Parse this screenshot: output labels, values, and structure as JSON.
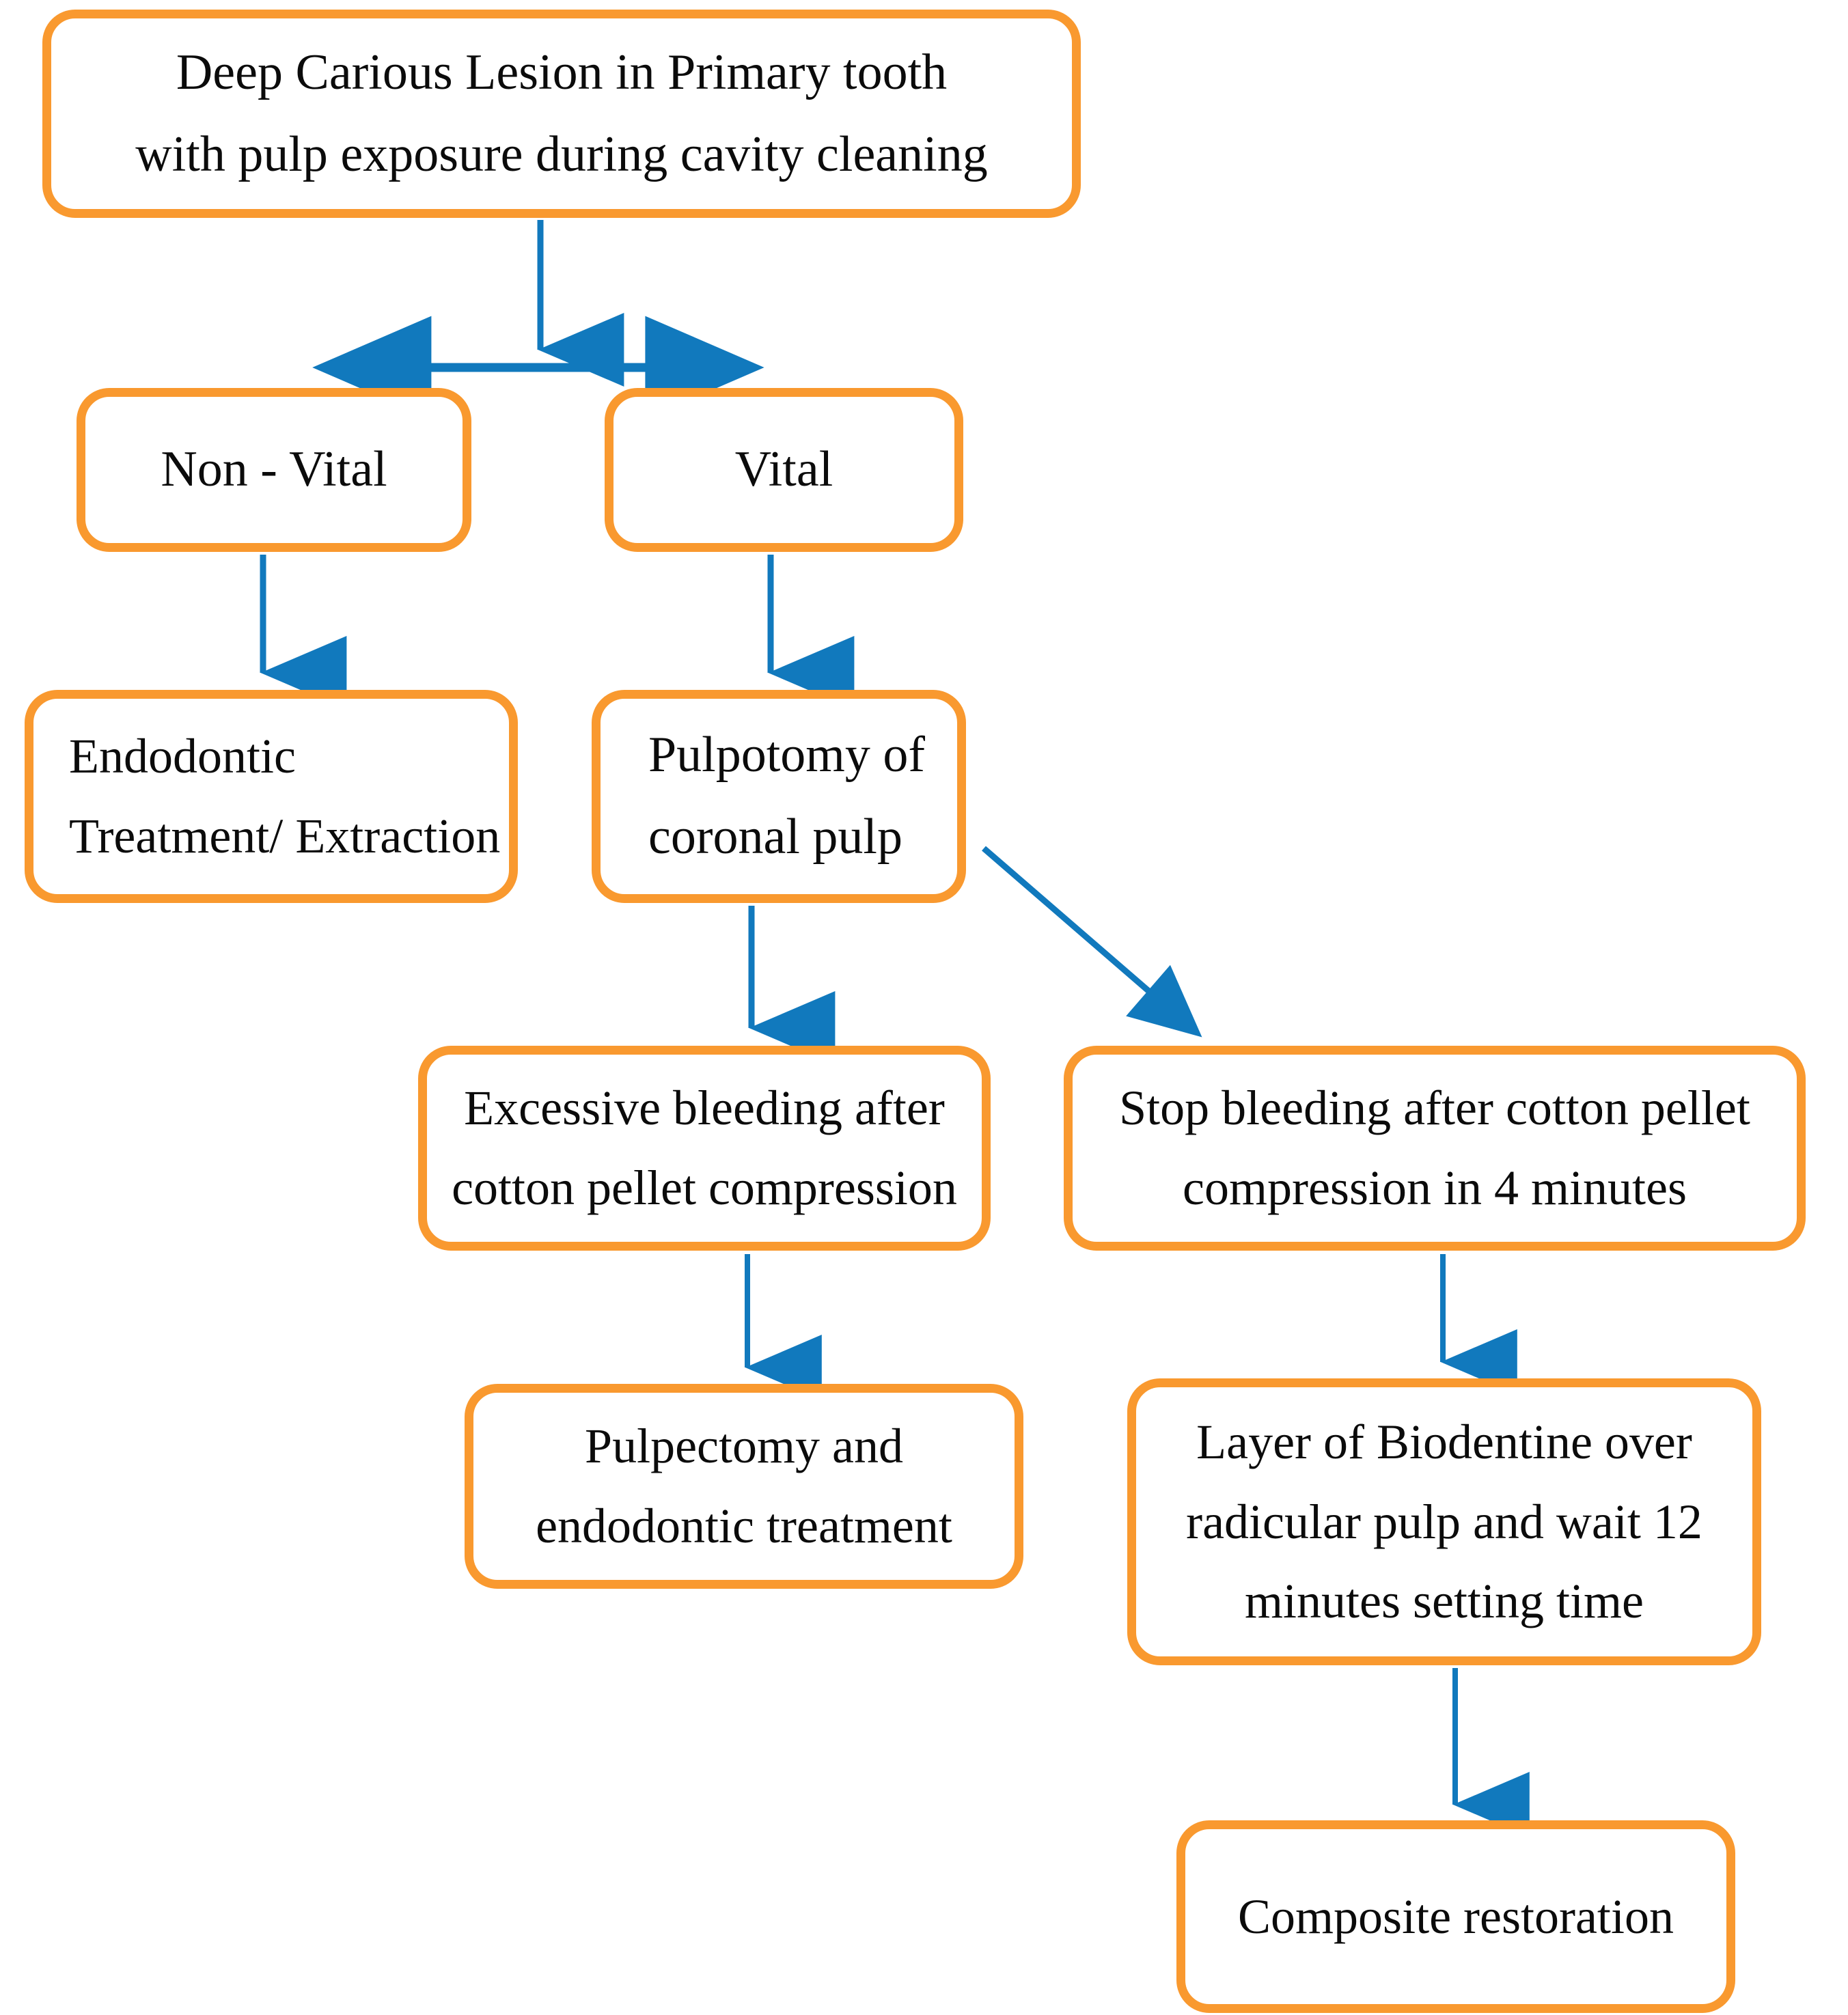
{
  "diagram": {
    "title": "Management flowchart for deep carious lesion in primary tooth",
    "type": "flowchart",
    "colors": {
      "node_border": "#F9992F",
      "node_fill": "#FFFFFF",
      "edge": "#1179BD",
      "text": "#0B0B0B"
    },
    "nodes": [
      {
        "id": "root",
        "lines": [
          "Deep Carious Lesion in Primary tooth",
          "with pulp exposure during cavity cleaning"
        ]
      },
      {
        "id": "non_vital",
        "lines": [
          "Non - Vital"
        ]
      },
      {
        "id": "vital",
        "lines": [
          "Vital"
        ]
      },
      {
        "id": "endodontic",
        "lines": [
          "Endodontic",
          "Treatment/ Extraction"
        ]
      },
      {
        "id": "pulpotomy",
        "lines": [
          "Pulpotomy of",
          "coronal pulp"
        ]
      },
      {
        "id": "excessive_bleeding",
        "lines": [
          "Excessive bleeding after",
          "cotton pellet compression"
        ]
      },
      {
        "id": "stop_bleeding",
        "lines": [
          "Stop bleeding after cotton pellet",
          "compression in 4 minutes"
        ]
      },
      {
        "id": "pulpectomy",
        "lines": [
          "Pulpectomy and",
          "endodontic treatment"
        ]
      },
      {
        "id": "biodentine",
        "lines": [
          "Layer of Biodentine over",
          "radicular pulp and wait 12",
          "minutes setting time"
        ]
      },
      {
        "id": "composite",
        "lines": [
          "Composite restoration"
        ]
      }
    ],
    "edges": [
      {
        "from": "root",
        "to": "branch_split",
        "kind": "vertical-arrow"
      },
      {
        "from": "branch_split",
        "to": "non_vital",
        "kind": "horizontal-double-arrow-left"
      },
      {
        "from": "branch_split",
        "to": "vital",
        "kind": "horizontal-double-arrow-right"
      },
      {
        "from": "non_vital",
        "to": "endodontic",
        "kind": "vertical-arrow"
      },
      {
        "from": "vital",
        "to": "pulpotomy",
        "kind": "vertical-arrow"
      },
      {
        "from": "pulpotomy",
        "to": "excessive_bleeding",
        "kind": "vertical-arrow"
      },
      {
        "from": "pulpotomy",
        "to": "stop_bleeding",
        "kind": "diagonal-arrow"
      },
      {
        "from": "excessive_bleeding",
        "to": "pulpectomy",
        "kind": "vertical-arrow"
      },
      {
        "from": "stop_bleeding",
        "to": "biodentine",
        "kind": "vertical-arrow"
      },
      {
        "from": "biodentine",
        "to": "composite",
        "kind": "vertical-arrow"
      }
    ]
  }
}
